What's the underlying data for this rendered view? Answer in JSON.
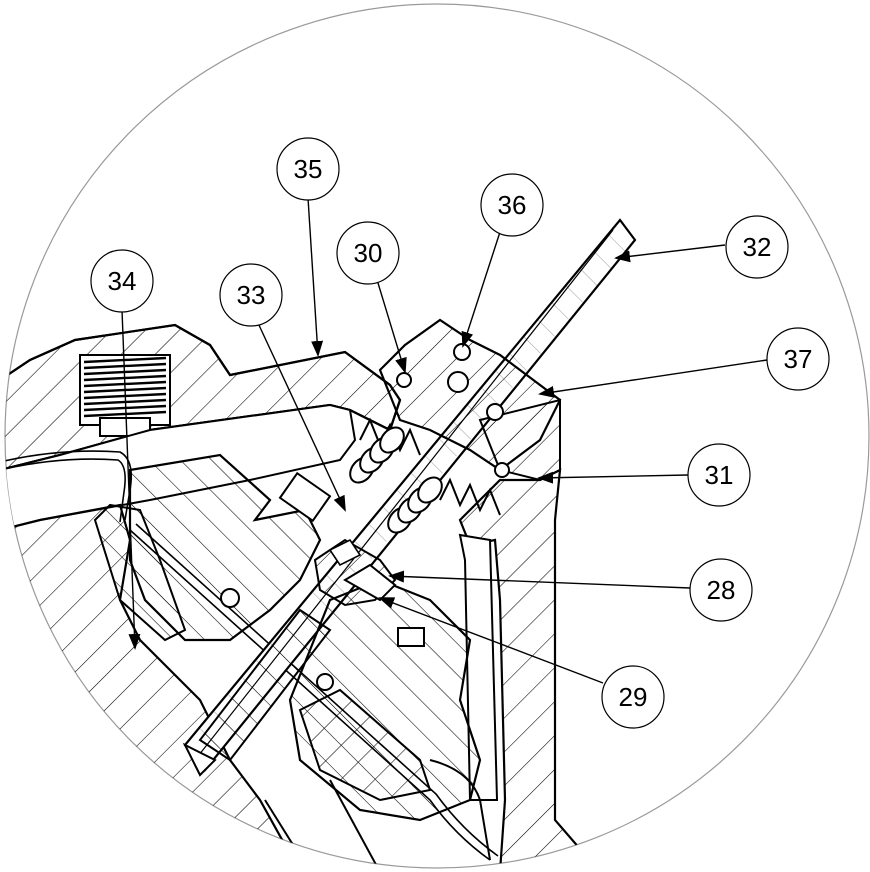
{
  "drawing": {
    "type": "sectional detail view",
    "line_color": "#000000",
    "background_color": "#ffffff",
    "boundary_color": "#9a9a9a"
  },
  "callouts": [
    {
      "id": "c34",
      "label": "34"
    },
    {
      "id": "c35",
      "label": "35"
    },
    {
      "id": "c33",
      "label": "33"
    },
    {
      "id": "c30",
      "label": "30"
    },
    {
      "id": "c36",
      "label": "36"
    },
    {
      "id": "c32",
      "label": "32"
    },
    {
      "id": "c37",
      "label": "37"
    },
    {
      "id": "c31",
      "label": "31"
    },
    {
      "id": "c28",
      "label": "28"
    },
    {
      "id": "c29",
      "label": "29"
    }
  ]
}
